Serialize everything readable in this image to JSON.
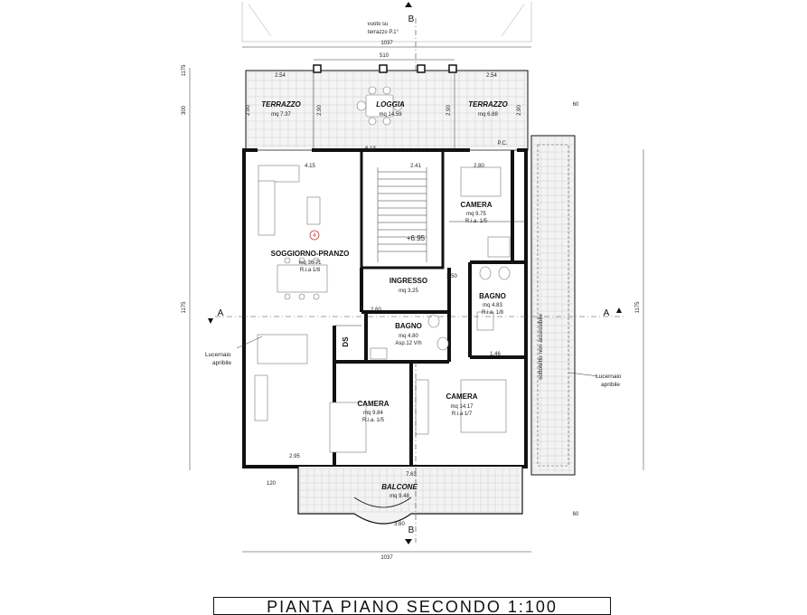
{
  "top_note": {
    "line1": "vuoto su",
    "line2": "terrazzo P.1°"
  },
  "sections": {
    "b": "B",
    "a": "A"
  },
  "dimensions": {
    "total_width": "1037",
    "loggia_width": "510",
    "terrace_left_width": "2.54",
    "terrace_right_width": "2.54",
    "depth_top": "300",
    "depth_total": "1175",
    "side_60": "60",
    "balcony_depth": "120",
    "d_290_a": "2.90",
    "d_290_b": "2.90",
    "d_290_c": "2.90",
    "d_290_d": "2.90",
    "d_613": "6.13",
    "d_415": "4.15",
    "d_241": "2.41",
    "d_280": "2.80",
    "d_250": "2.50",
    "d_295": "2.95",
    "d_146": "1.46",
    "d_260": "2.60",
    "d_763": "7.63",
    "d_360": "3.60",
    "pc": "P.C."
  },
  "rooms": {
    "terrazzo_left": {
      "name": "TERRAZZO",
      "area": "mq 7.37"
    },
    "loggia": {
      "name": "LOGGIA",
      "area": "mq 14.59"
    },
    "terrazzo_right": {
      "name": "TERRAZZO",
      "area": "mq 6.88"
    },
    "soggiorno": {
      "name": "SOGGIORNO-PRANZO",
      "area": "mq 36.71",
      "ria": "R.i.a 1/8",
      "marker": "4"
    },
    "camera_tr": {
      "name": "CAMERA",
      "area": "mq 9.75",
      "ria": "R.i.a. 1/5"
    },
    "ingresso": {
      "name": "INGRESSO",
      "area": "mq 3.25"
    },
    "bagno_r": {
      "name": "BAGNO",
      "area": "mq 4.83",
      "ria": "R.i.a. 1/8"
    },
    "bagno_c": {
      "name": "BAGNO",
      "area": "mq 4.80",
      "ria": "Asp.12 V/h"
    },
    "ds": {
      "name": "DS"
    },
    "camera_bl": {
      "name": "CAMERA",
      "area": "mq 9.84",
      "ria": "R.i.a. 1/5"
    },
    "camera_br": {
      "name": "CAMERA",
      "area": "mq 14.17",
      "ria": "R.i.a 1/7"
    },
    "balcone": {
      "name": "BALCONE",
      "area": "mq 9.48"
    }
  },
  "level": "+6.95",
  "labels": {
    "lucernaio_left_1": "Lucernaio",
    "lucernaio_left_2": "apribile",
    "lucernaio_right_1": "Lucernaio",
    "lucernaio_right_2": "apribile",
    "solar": "sottotetto non accessibile"
  },
  "title": "PIANTA PIANO SECONDO   1:100"
}
